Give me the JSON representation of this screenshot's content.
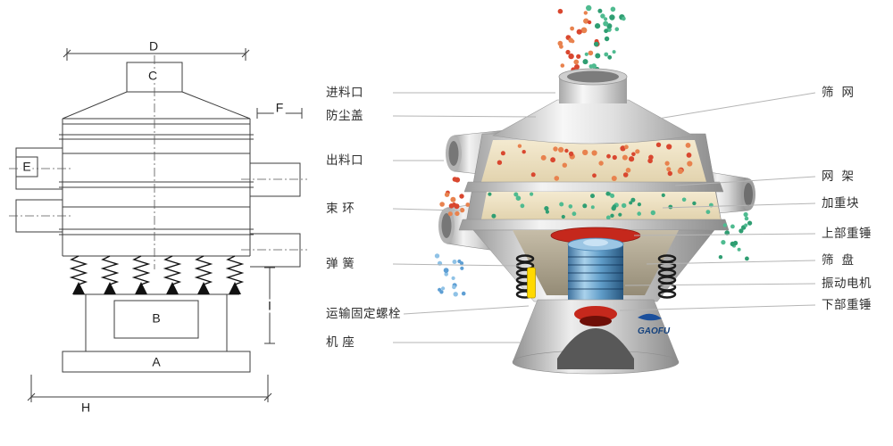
{
  "machine": {
    "logo_text": "GAOFU"
  },
  "left_labels": [
    {
      "label": "进料口"
    },
    {
      "label": "防尘盖"
    },
    {
      "label": "出料口"
    },
    {
      "label": "束 环"
    },
    {
      "label": "弹 簧"
    },
    {
      "label": "运输固定螺栓"
    },
    {
      "label": "机 座"
    }
  ],
  "right_labels": [
    {
      "label": "筛  网"
    },
    {
      "label": "网  架"
    },
    {
      "label": "加重块"
    },
    {
      "label": "上部重锤"
    },
    {
      "label": "筛  盘"
    },
    {
      "label": "振动电机"
    },
    {
      "label": "下部重锤"
    }
  ],
  "dims": {
    "d": "D",
    "c": "C",
    "f": "F",
    "e": "E",
    "b": "B",
    "a": "A",
    "h": "H",
    "i": "I"
  },
  "colors": {
    "particle_red": "#d9472f",
    "particle_red_light": "#e8824e",
    "particle_green": "#2f9e72",
    "particle_green_light": "#4fbb90",
    "particle_blue": "#5e9fd4",
    "particle_blue_light": "#8fc2e6",
    "hammer_red": "#c5281c",
    "hammer_red_dark": "#8f1812",
    "bolt_yellow": "#ffd900",
    "motor_blue": "#2f6ca0",
    "logo_blue": "#15427e",
    "leader_line": "#b5b5b5",
    "drawing_line": "#3e3e3e"
  }
}
